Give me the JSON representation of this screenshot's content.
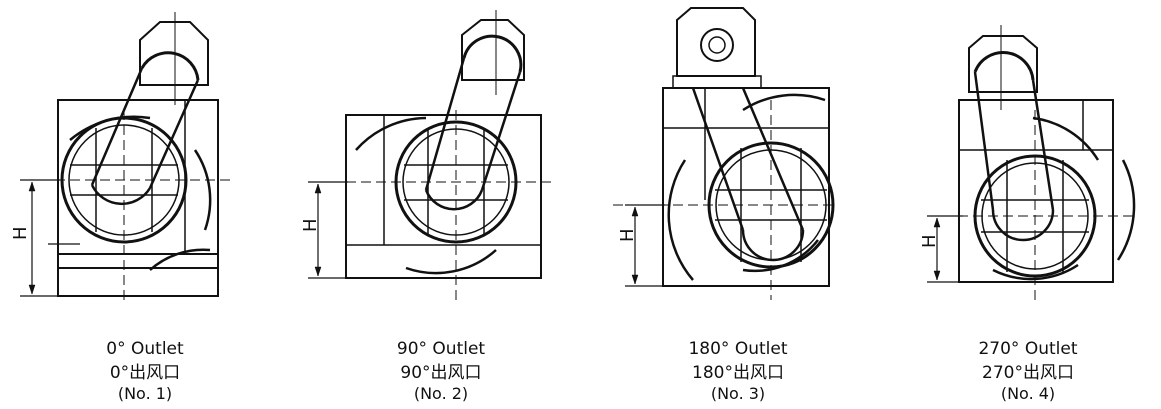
{
  "dimension_label": "H",
  "outlets": [
    {
      "title_en": "0° Outlet",
      "title_cn": "0°出风口",
      "number": "(No. 1)"
    },
    {
      "title_en": "90° Outlet",
      "title_cn": "90°出风口",
      "number": "(No. 2)"
    },
    {
      "title_en": "180° Outlet",
      "title_cn": "180°出风口",
      "number": "(No. 3)"
    },
    {
      "title_en": "270° Outlet",
      "title_cn": "270°出风口",
      "number": "(No. 4)"
    }
  ]
}
